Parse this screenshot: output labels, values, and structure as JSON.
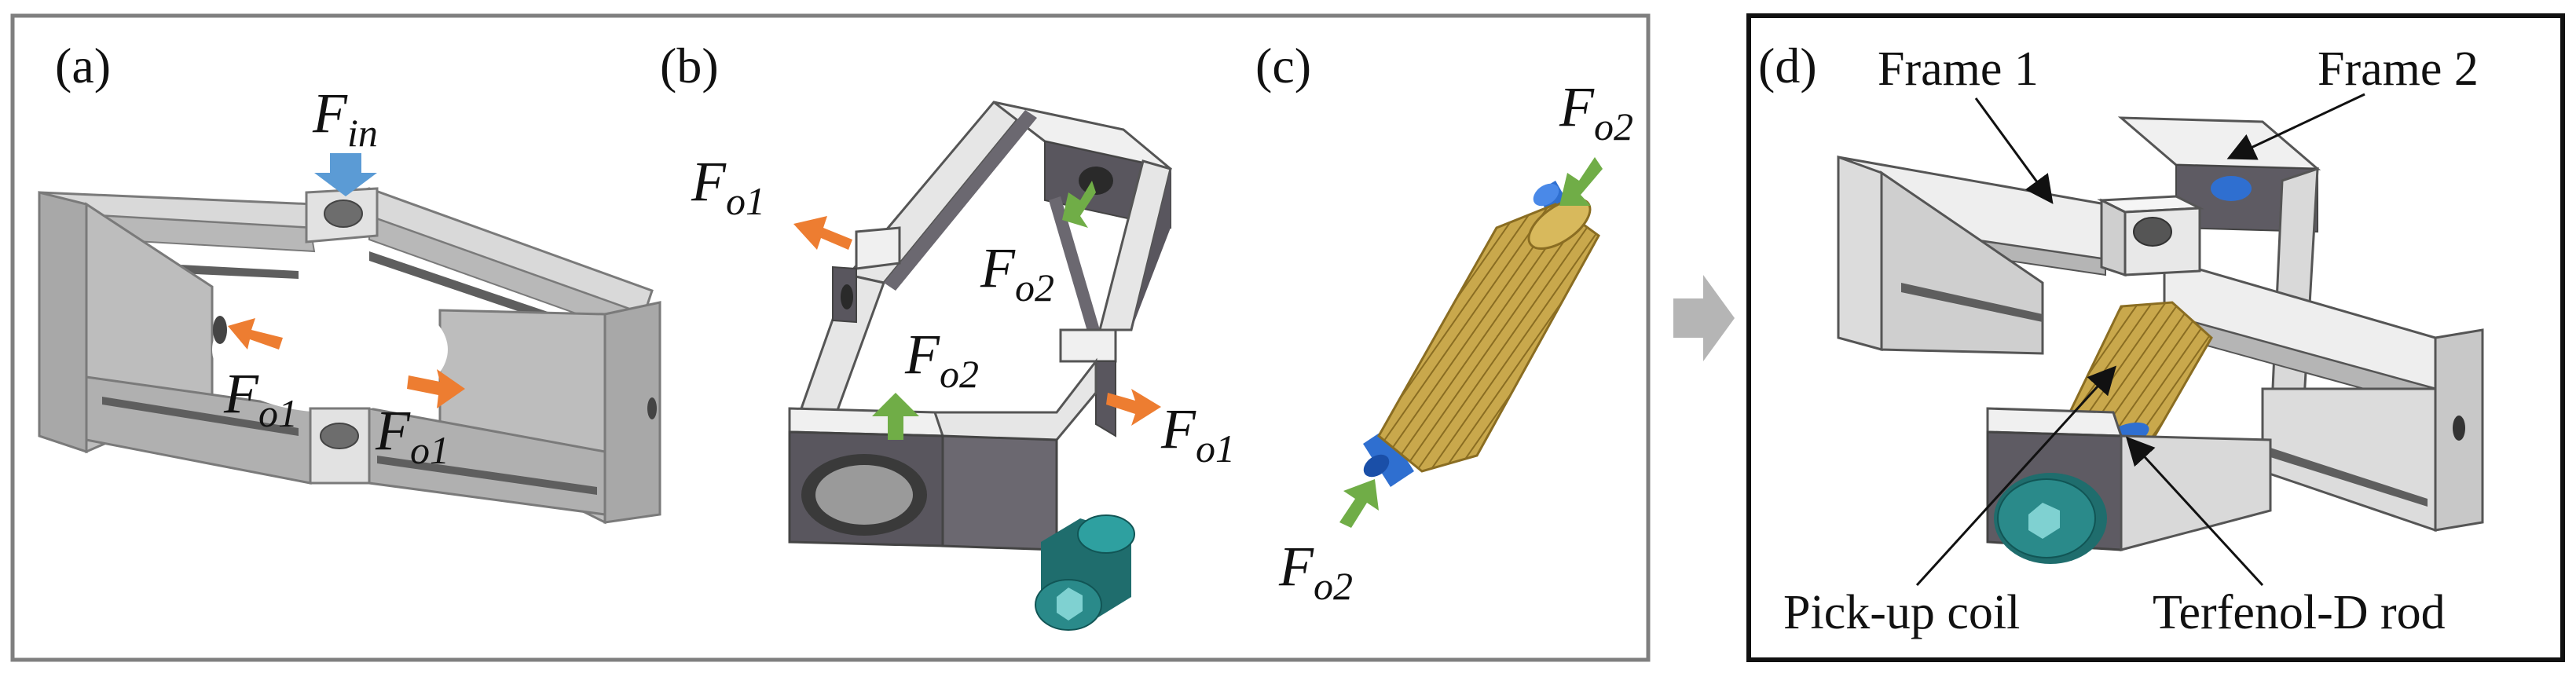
{
  "panels": {
    "a": {
      "label": "(a)"
    },
    "b": {
      "label": "(b)"
    },
    "c": {
      "label": "(c)"
    },
    "d": {
      "label": "(d)"
    }
  },
  "forces": {
    "input": {
      "symbol": "F",
      "subscript": "in"
    },
    "output1": {
      "symbol": "F",
      "subscript": "o1"
    },
    "output2": {
      "symbol": "F",
      "subscript": "o2"
    }
  },
  "callouts": {
    "frame1": "Frame 1",
    "frame2": "Frame 2",
    "pickup_coil": "Pick-up coil",
    "rod": "Terfenol-D rod"
  },
  "colors": {
    "frame_light": "#d4d4d4",
    "frame_mid": "#a9a9a9",
    "frame_dark": "#6f6f6f",
    "frame_b_dark": "#59565e",
    "arrow_input": "#5b9bd5",
    "arrow_output1": "#ed7d31",
    "arrow_output2": "#70ad47",
    "coil": "#c8a64a",
    "rod_end": "#2f6fd0",
    "bolt": "#2a8a8a",
    "box_border": "#7f7f7f"
  }
}
